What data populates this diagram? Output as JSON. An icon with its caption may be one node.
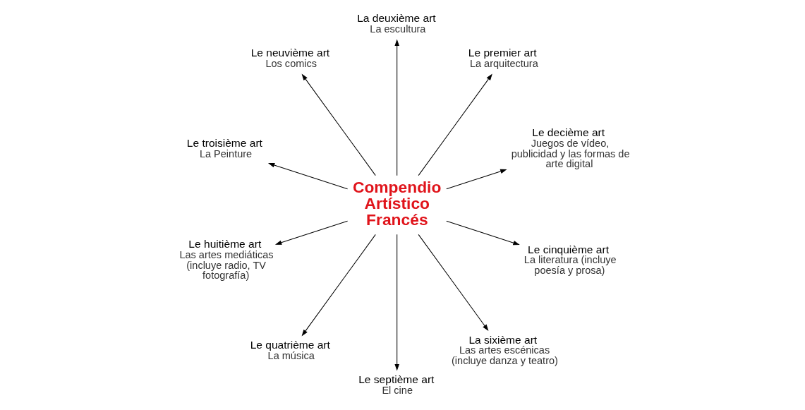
{
  "diagram": {
    "nodes": [
      {
        "text": [
          "Compendio Artístico Francés"
        ]
      },
      {
        "text": [
          "Le decième art",
          "Juegos de vídeo, publicidad y las formas de arte digital"
        ]
      },
      {
        "text": [
          "Le premier art",
          "La arquitectura"
        ]
      },
      {
        "text": [
          "La deuxième art",
          "La escultura"
        ]
      },
      {
        "text": [
          "Le neuvième art",
          "Los comics"
        ]
      },
      {
        "text": [
          "Le troisième art",
          "La Peinture"
        ]
      },
      {
        "text": [
          "Le huitième art",
          "Las artes mediáticas (incluye radio, TV fotografía)"
        ]
      },
      {
        "text": [
          "Le quatrième art",
          "La música"
        ]
      },
      {
        "text": [
          "Le septième art",
          "El cine"
        ]
      },
      {
        "text": [
          "La sixième art",
          "Las artes escénicas (incluye danza y teatro)"
        ]
      },
      {
        "text": [
          "Le cinquième art",
          "La literatura (incluye poesía y prosa)"
        ]
      }
    ],
    "edges": [
      {
        "from": 0,
        "to": 2,
        "arrow": "to"
      },
      {
        "from": 0,
        "to": 3,
        "arrow": "to"
      },
      {
        "from": 0,
        "to": 5,
        "arrow": "to"
      },
      {
        "from": 0,
        "to": 7,
        "arrow": "to"
      },
      {
        "from": 0,
        "to": 10,
        "arrow": "to"
      },
      {
        "from": 0,
        "to": 9,
        "arrow": "to"
      },
      {
        "from": 0,
        "to": 8,
        "arrow": "to"
      },
      {
        "from": 0,
        "to": 6,
        "arrow": "to"
      },
      {
        "from": 0,
        "to": 4,
        "arrow": "to"
      },
      {
        "from": 0,
        "to": 1,
        "arrow": "to"
      }
    ]
  }
}
